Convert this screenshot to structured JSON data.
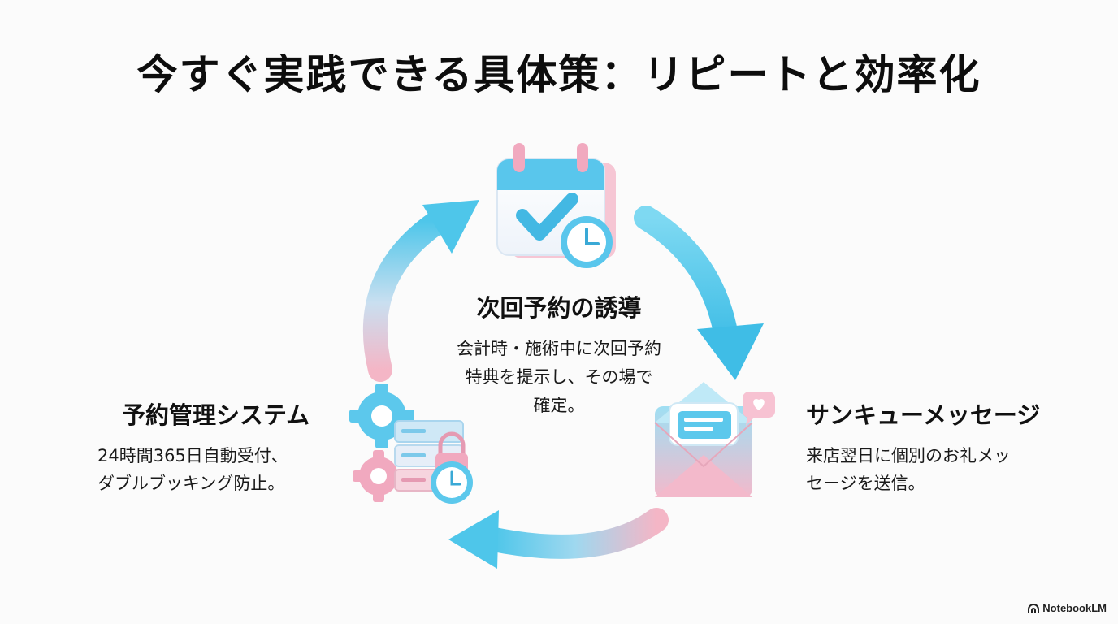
{
  "title": "今すぐ実践できる具体策：リピートと効率化",
  "steps": {
    "next_booking": {
      "heading": "次回予約の誘導",
      "body": "会計時・施術中に次回予約\n特典を提示し、その場で\n確定。"
    },
    "thank_you": {
      "heading": "サンキューメッセージ",
      "body": "来店翌日に個別のお礼メッ\nセージを送信。"
    },
    "reservation_system": {
      "heading": "予約管理システム",
      "body": "24時間365日自動受付、\nダブルブッキング防止。"
    }
  },
  "icons": {
    "top": "calendar-check-clock-icon",
    "right": "envelope-message-heart-icon",
    "left": "gear-server-lock-clock-icon",
    "brand": "notebooklm-logo-icon"
  },
  "colors": {
    "cyan": "#4fc3e8",
    "pink": "#f3b7c8",
    "light_blue": "#bfe9f7"
  },
  "brand": "NotebookLM"
}
